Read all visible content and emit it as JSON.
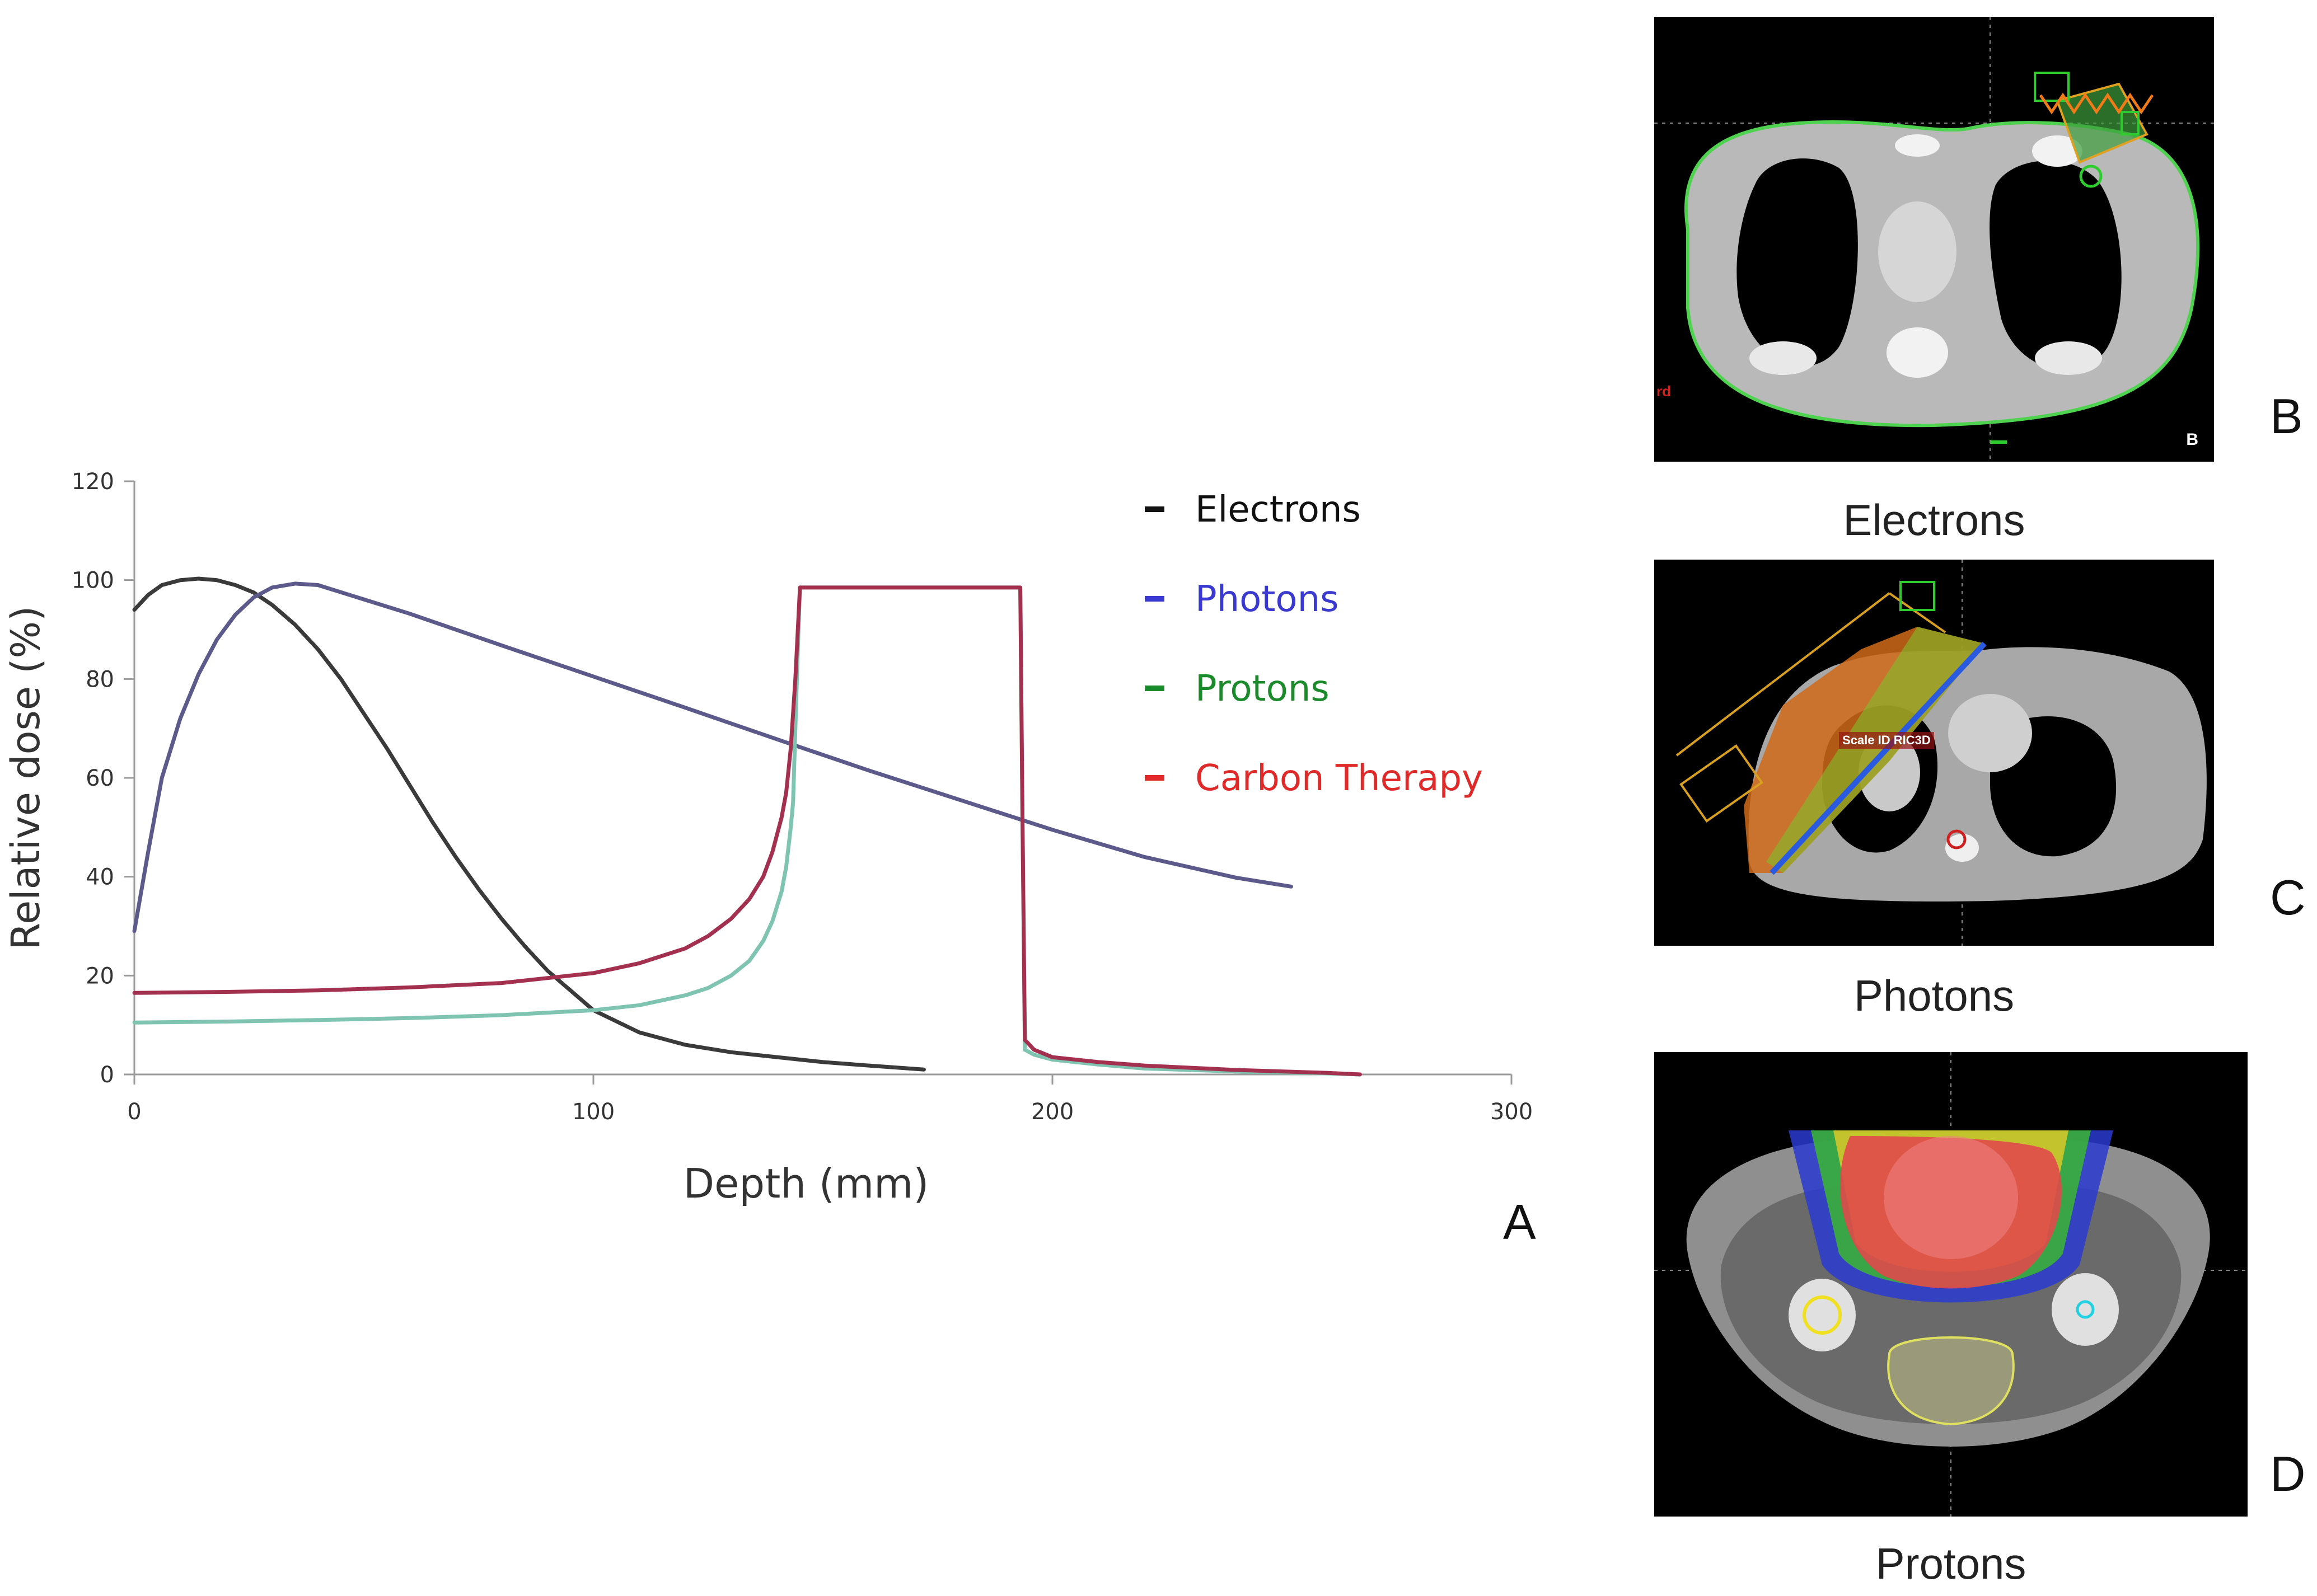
{
  "chart_data": {
    "type": "line",
    "xlabel": "Depth (mm)",
    "ylabel": "Relative dose (%)",
    "xlim": [
      0,
      300
    ],
    "ylim": [
      0,
      120
    ],
    "x_ticks": [
      0,
      100,
      200,
      300
    ],
    "y_ticks": [
      0,
      20,
      40,
      60,
      80,
      100,
      120
    ],
    "grid": false,
    "legend_position": "top-right",
    "series": [
      {
        "name": "Electrons",
        "color": "#3a3a3a",
        "legend_color": "#111111",
        "x": [
          0,
          3,
          6,
          10,
          14,
          18,
          22,
          26,
          30,
          35,
          40,
          45,
          50,
          55,
          60,
          65,
          70,
          75,
          80,
          85,
          90,
          95,
          100,
          110,
          120,
          130,
          140,
          150,
          160,
          172
        ],
        "y": [
          94,
          97,
          99,
          100,
          100.3,
          100,
          99,
          97.5,
          95,
          91,
          86,
          80,
          73,
          66,
          58.5,
          51,
          44,
          37.5,
          31.5,
          26,
          21,
          17,
          13,
          8.5,
          6,
          4.5,
          3.5,
          2.5,
          1.8,
          1
        ]
      },
      {
        "name": "Photons",
        "color": "#5c5a8a",
        "legend_color": "#3a3ad0",
        "x": [
          0,
          3,
          6,
          10,
          14,
          18,
          22,
          26,
          30,
          35,
          40,
          60,
          80,
          100,
          120,
          140,
          160,
          180,
          200,
          220,
          240,
          252
        ],
        "y": [
          29,
          45,
          60,
          72,
          81,
          88,
          93,
          96.5,
          98.5,
          99.3,
          99,
          93.2,
          86.8,
          80.5,
          74.2,
          67.8,
          61.5,
          55.5,
          49.5,
          44,
          39.8,
          38
        ]
      },
      {
        "name": "Protons",
        "color": "#7fc4b0",
        "legend_color": "#1a8a2a",
        "x": [
          0,
          20,
          40,
          60,
          80,
          100,
          110,
          120,
          125,
          130,
          134,
          137,
          139,
          141,
          142,
          143,
          143.5,
          144,
          144.5,
          145,
          193,
          193.5,
          194,
          196,
          200,
          210,
          220,
          240,
          260,
          267
        ],
        "y": [
          10.5,
          10.7,
          11,
          11.4,
          12,
          13,
          14,
          16,
          17.5,
          20,
          23,
          27,
          31,
          37,
          42,
          50,
          55,
          70,
          85,
          98.5,
          98.5,
          50,
          5,
          4,
          3,
          2,
          1.2,
          0.6,
          0.2,
          0
        ]
      },
      {
        "name": "Carbon Therapy",
        "color": "#a43050",
        "legend_color": "#e02a2a",
        "x": [
          0,
          20,
          40,
          60,
          80,
          100,
          110,
          120,
          125,
          130,
          134,
          137,
          139,
          141,
          142,
          143,
          144,
          145,
          193,
          193.5,
          194,
          196,
          200,
          210,
          220,
          240,
          260,
          267
        ],
        "y": [
          16.5,
          16.7,
          17,
          17.6,
          18.5,
          20.5,
          22.5,
          25.5,
          28,
          31.5,
          35.5,
          40,
          45,
          52,
          57,
          66,
          80,
          98.5,
          98.5,
          50,
          7,
          5,
          3.5,
          2.5,
          1.8,
          0.9,
          0.3,
          0
        ]
      }
    ]
  },
  "panels": {
    "chart_letter": "A",
    "images": [
      {
        "letter": "B",
        "caption": "Electrons",
        "overlay_text": "B",
        "side_text": "rd"
      },
      {
        "letter": "C",
        "caption": "Photons",
        "overlay_text": "Scale ID RIC3D"
      },
      {
        "letter": "D",
        "caption": "Protons"
      }
    ]
  }
}
